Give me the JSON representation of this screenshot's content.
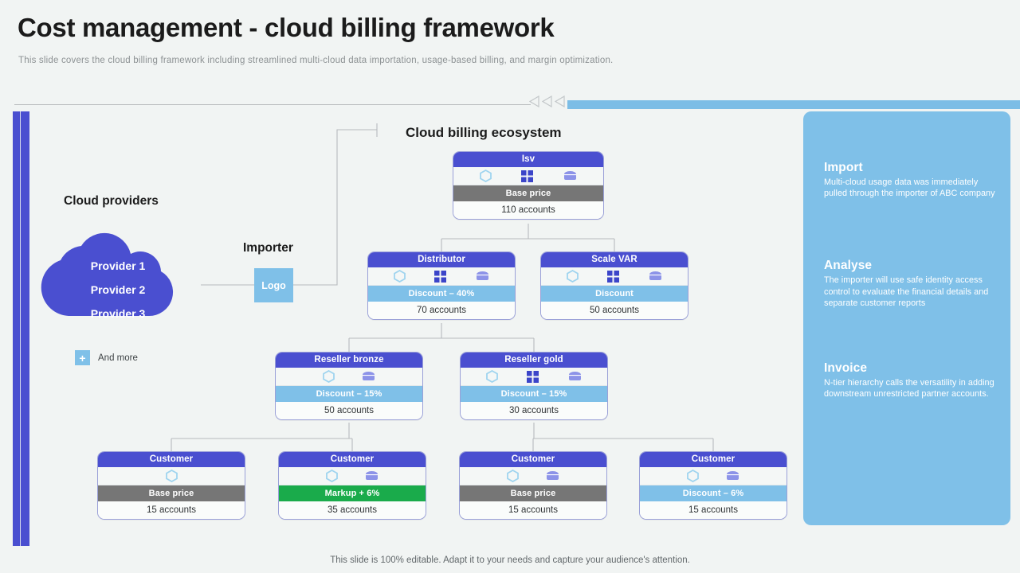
{
  "header": {
    "title": "Cost management - cloud billing framework",
    "subtitle": "This slide covers the cloud billing framework including streamlined multi-cloud data importation, usage-based billing, and margin optimization."
  },
  "labels": {
    "ecosystem": "Cloud billing ecosystem",
    "cloud_providers": "Cloud providers",
    "importer": "Importer",
    "logo": "Logo",
    "and_more": "And more",
    "plus": "+"
  },
  "cloud": {
    "providers": [
      "Provider 1",
      "Provider 2",
      "Provider 3"
    ]
  },
  "nodes": {
    "isv": {
      "title": "Isv",
      "icons": [
        "hexagon-icon",
        "grid-icon",
        "database-icon"
      ],
      "band": "Base price",
      "band_color": "#767676",
      "accounts": "110 accounts"
    },
    "distributor": {
      "title": "Distributor",
      "icons": [
        "hexagon-icon",
        "grid-icon",
        "database-icon"
      ],
      "band": "Discount – 40%",
      "band_color": "#7fc0e8",
      "accounts": "70 accounts"
    },
    "scale_var": {
      "title": "Scale VAR",
      "icons": [
        "hexagon-icon",
        "grid-icon",
        "database-icon"
      ],
      "band": "Discount",
      "band_color": "#7fc0e8",
      "accounts": "50 accounts"
    },
    "reseller_bronze": {
      "title": "Reseller bronze",
      "icons": [
        "hexagon-icon",
        "database-icon"
      ],
      "band": "Discount – 15%",
      "band_color": "#7fc0e8",
      "accounts": "50 accounts"
    },
    "reseller_gold": {
      "title": "Reseller gold",
      "icons": [
        "hexagon-icon",
        "grid-icon",
        "database-icon"
      ],
      "band": "Discount – 15%",
      "band_color": "#7fc0e8",
      "accounts": "30 accounts"
    },
    "customer_1": {
      "title": "Customer",
      "icons": [
        "hexagon-icon"
      ],
      "band": "Base price",
      "band_color": "#767676",
      "accounts": "15 accounts"
    },
    "customer_2": {
      "title": "Customer",
      "icons": [
        "hexagon-icon",
        "database-icon"
      ],
      "band": "Markup + 6%",
      "band_color": "#1aab4b",
      "accounts": "35 accounts"
    },
    "customer_3": {
      "title": "Customer",
      "icons": [
        "hexagon-icon",
        "database-icon"
      ],
      "band": "Base price",
      "band_color": "#767676",
      "accounts": "15 accounts"
    },
    "customer_4": {
      "title": "Customer",
      "icons": [
        "hexagon-icon",
        "database-icon"
      ],
      "band": "Discount – 6%",
      "band_color": "#7fc0e8",
      "accounts": "15 accounts"
    }
  },
  "info_panel": {
    "blocks": [
      {
        "title": "Import",
        "body": "Multi-cloud usage data was immediately pulled through the importer of ABC company"
      },
      {
        "title": "Analyse",
        "body": "The importer will use safe identity access control to evaluate the financial details and separate customer reports"
      },
      {
        "title": "Invoice",
        "body": "N-tier hierarchy calls the versatility in adding downstream unrestricted partner accounts."
      }
    ]
  },
  "footer": {
    "note": "This slide is 100% editable. Adapt it to your needs and capture your audience's attention."
  },
  "colors": {
    "brand_purple": "#4a4fd0",
    "brand_light_blue": "#7fc0e8",
    "band_gray": "#767676",
    "band_green": "#1aab4b",
    "background": "#f1f4f3"
  }
}
